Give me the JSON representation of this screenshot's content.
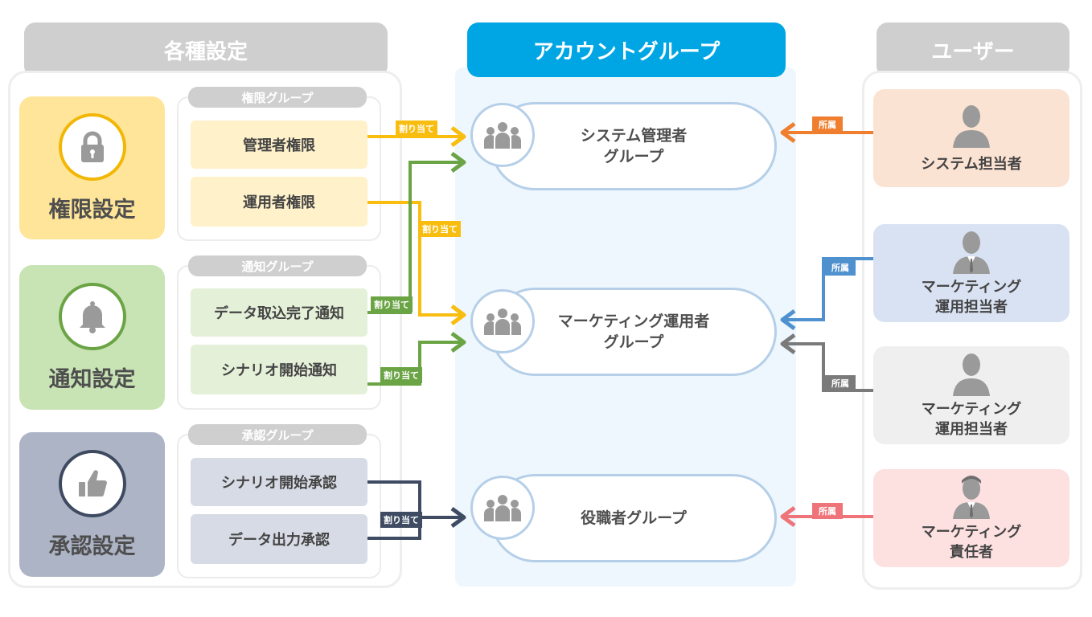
{
  "headers": {
    "settings": "各種設定",
    "account_group": "アカウントグループ",
    "users": "ユーザー"
  },
  "categories": [
    {
      "label": "権限設定",
      "icon": "lock-icon",
      "bg": "#ffe59a",
      "ring": "#f2b705"
    },
    {
      "label": "通知設定",
      "icon": "bell-icon",
      "bg": "#c8e3b4",
      "ring": "#6aa444"
    },
    {
      "label": "承認設定",
      "icon": "thumbs-up-icon",
      "bg": "#adb4c6",
      "ring": "#3d4a60"
    }
  ],
  "sub_groups": [
    {
      "title": "権限グループ",
      "items": [
        "管理者権限",
        "運用者権限"
      ]
    },
    {
      "title": "通知グループ",
      "items": [
        "データ取込完了通知",
        "シナリオ開始通知"
      ]
    },
    {
      "title": "承認グループ",
      "items": [
        "シナリオ開始承認",
        "データ出力承認"
      ]
    }
  ],
  "account_groups": [
    {
      "lines": [
        "システム管理者",
        "グループ"
      ]
    },
    {
      "lines": [
        "マーケティング運用者",
        "グループ"
      ]
    },
    {
      "lines": [
        "役職者グループ"
      ]
    }
  ],
  "users": [
    {
      "lines": [
        "システム担当者"
      ],
      "bg": "#fbe3d3"
    },
    {
      "lines": [
        "マーケティング",
        "運用担当者"
      ],
      "bg": "#d9e2f2"
    },
    {
      "lines": [
        "マーケティング",
        "運用担当者"
      ],
      "bg": "#efefef"
    },
    {
      "lines": [
        "マーケティング",
        "責任者"
      ],
      "bg": "#fde0e0"
    }
  ],
  "tags": {
    "assign": "割り当て",
    "belong": "所属"
  },
  "colors": {
    "header_gray": "#cfcfcf",
    "header_blue": "#00a6e4",
    "account_bg": "#eef7fd",
    "ring": "#b5cfe8",
    "yellow": "#f8bd0e",
    "green": "#6aa444",
    "navy": "#3e4b62",
    "orange": "#ef7f2f",
    "blue": "#4f90cf",
    "gray": "#7a7a7a",
    "pink": "#ef7479",
    "item_yellow": "#fff1c9",
    "item_green": "#e4f0d8",
    "item_navy": "#d7dbe6"
  }
}
